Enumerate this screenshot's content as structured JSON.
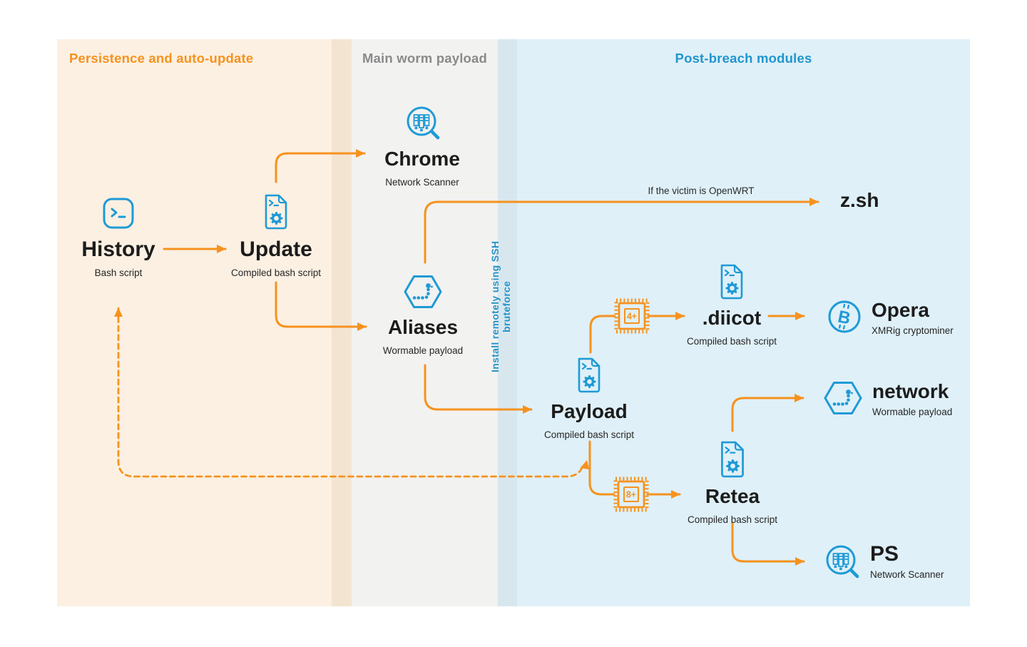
{
  "sections": [
    {
      "label": "Persistence and auto-update"
    },
    {
      "label": "Main worm payload"
    },
    {
      "label": "Post-breach modules"
    }
  ],
  "strip": {
    "label": "Install remotely using SSH bruteforce"
  },
  "edge_labels": {
    "openwrt": "If the victim is OpenWRT"
  },
  "chips": {
    "four_plus": "4+",
    "eight_plus": "8+"
  },
  "nodes": {
    "history": {
      "title": "History",
      "subtitle": "Bash script"
    },
    "update": {
      "title": "Update",
      "subtitle": "Compiled bash script"
    },
    "chrome": {
      "title": "Chrome",
      "subtitle": "Network Scanner"
    },
    "aliases": {
      "title": "Aliases",
      "subtitle": "Wormable payload"
    },
    "zsh": {
      "title": "z.sh"
    },
    "payload": {
      "title": "Payload",
      "subtitle": "Compiled bash script"
    },
    "diicot": {
      "title": ".diicot",
      "subtitle": "Compiled bash script"
    },
    "opera": {
      "title": "Opera",
      "subtitle": "XMRig cryptominer"
    },
    "network": {
      "title": "network",
      "subtitle": "Wormable payload"
    },
    "retea": {
      "title": "Retea",
      "subtitle": "Compiled bash script"
    },
    "ps": {
      "title": "PS",
      "subtitle": "Network Scanner"
    }
  },
  "colors": {
    "accent_orange": "#F6921E",
    "icon_blue": "#1E9AD6",
    "section_persistence_bg": "#FCF0E2",
    "section_worm_bg": "#F2F2F1",
    "section_postbreach_bg": "#DFF0F8",
    "strip_peach": "#F3E4D2",
    "strip_blue": "#D8E7EE",
    "header_gray": "#8A8A8A",
    "header_blue": "#2196CE",
    "text_dark": "#1C1C1C"
  }
}
